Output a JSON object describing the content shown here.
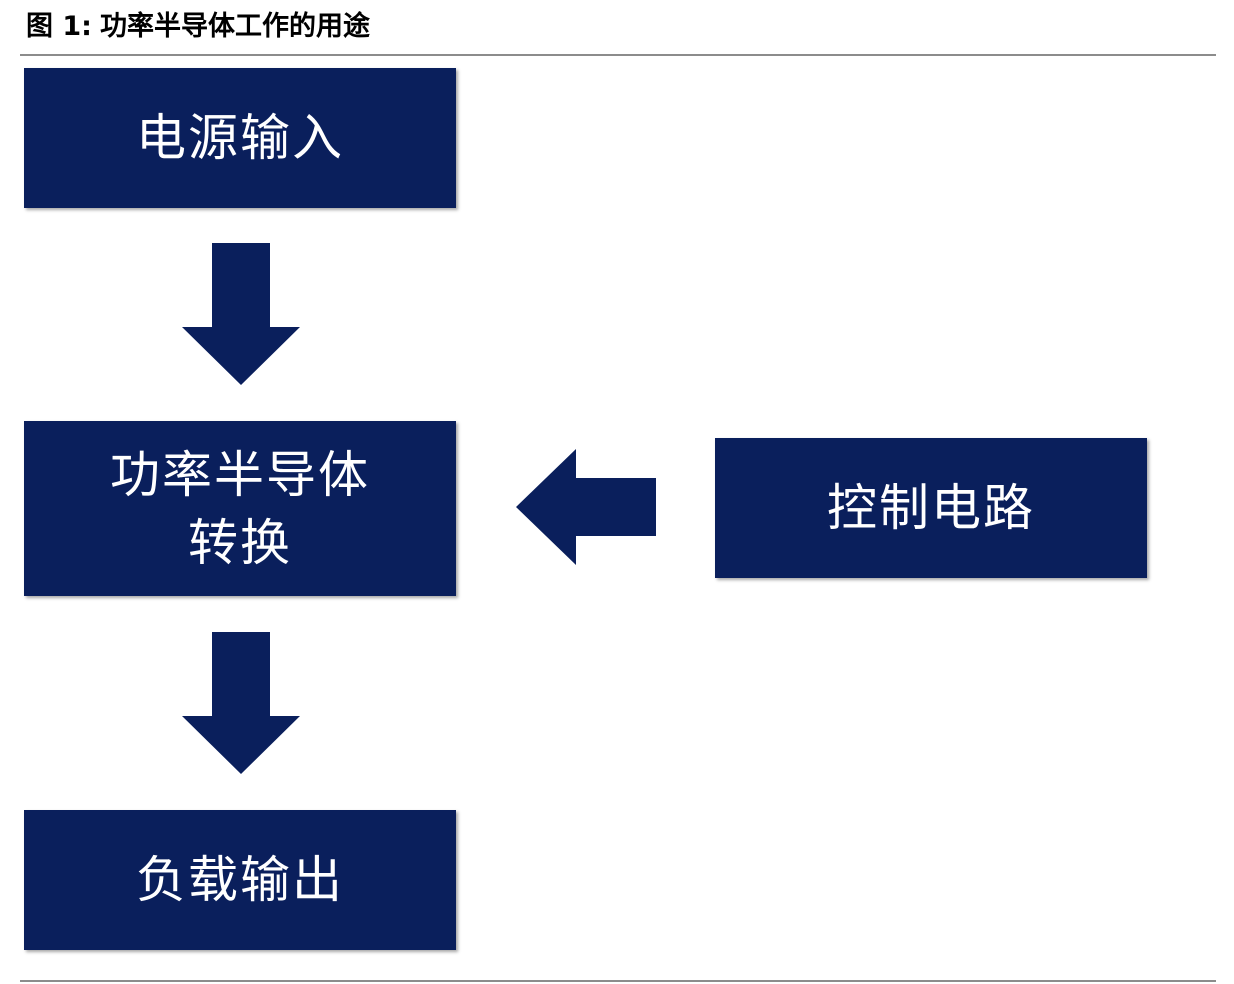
{
  "caption": {
    "prefix": "图 1:",
    "title": "功率半导体工作的用途"
  },
  "colors": {
    "box_fill": "#0a1f5c",
    "arrow_fill": "#0a1f5c",
    "box_text": "#ffffff"
  },
  "nodes": {
    "power_input": {
      "label": "电源输入"
    },
    "power_semiconductor": {
      "label_line1": "功率半导体",
      "label_line2": "转换"
    },
    "control_circuit": {
      "label": "控制电路"
    },
    "load_output": {
      "label": "负载输出"
    }
  },
  "edges": [
    {
      "from": "power_input",
      "to": "power_semiconductor",
      "direction": "down",
      "icon": "arrow-down-icon"
    },
    {
      "from": "power_semiconductor",
      "to": "load_output",
      "direction": "down",
      "icon": "arrow-down-icon"
    },
    {
      "from": "control_circuit",
      "to": "power_semiconductor",
      "direction": "left",
      "icon": "arrow-left-icon"
    }
  ]
}
